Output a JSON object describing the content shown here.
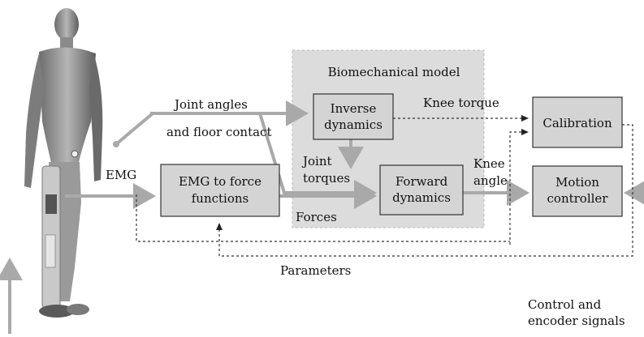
{
  "diagram": {
    "region_title": "Biomechanical model",
    "blocks": {
      "inverse_dynamics": [
        "Inverse",
        "dynamics"
      ],
      "forward_dynamics": [
        "Forward",
        "dynamics"
      ],
      "emg_to_force": [
        "EMG to force",
        "functions"
      ],
      "calibration": [
        "Calibration"
      ],
      "motion_controller": [
        "Motion",
        "controller"
      ]
    },
    "labels": {
      "joint_angles": "Joint angles",
      "floor_contact": "and floor contact",
      "emg": "EMG",
      "knee_torque": "Knee torque",
      "joint_torques": [
        "Joint",
        "torques"
      ],
      "knee_angle": [
        "Knee",
        "angle"
      ],
      "forces": "Forces",
      "parameters": "Parameters",
      "control_signals": [
        "Control and",
        "encoder signals"
      ]
    }
  }
}
